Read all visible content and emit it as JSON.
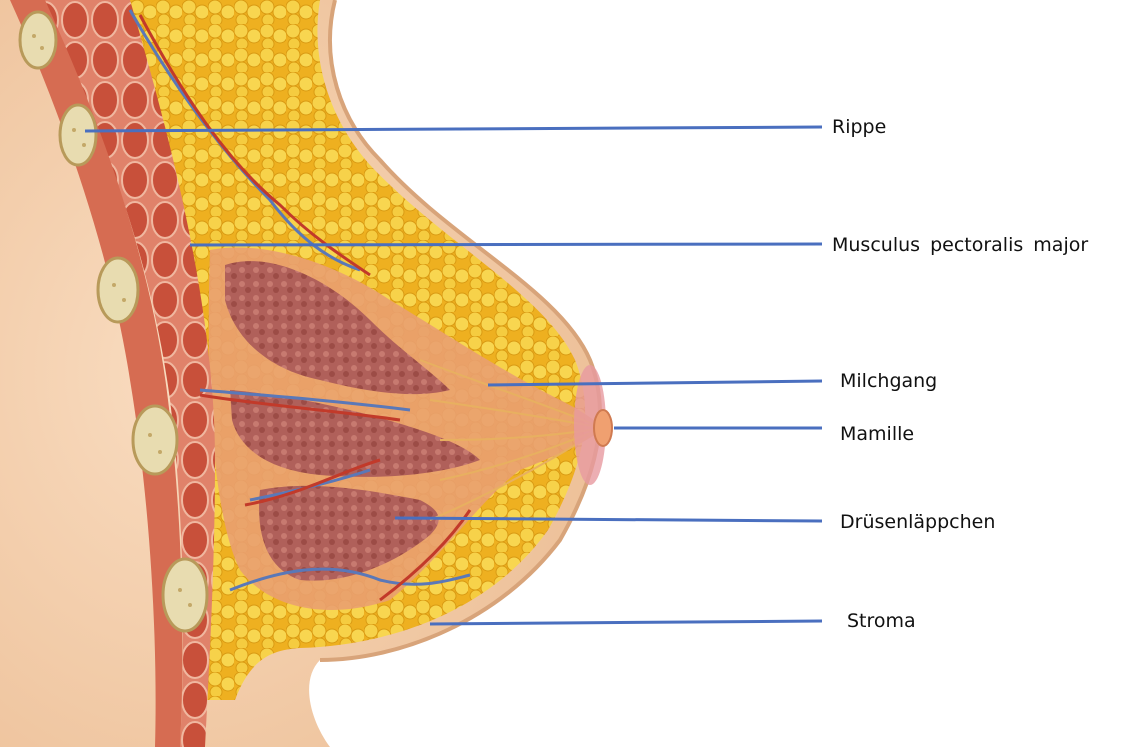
{
  "labels": {
    "rippe": "Rippe",
    "musculus": "Musculus  pectoralis major",
    "milchgang": "Milchgang",
    "mamille": "Mamille",
    "druesen": "Drüsenläppchen",
    "stroma": "Stroma"
  },
  "colors": {
    "leader_line": "#4a6fbf",
    "skin": "#f3c9a0",
    "muscle": "#c8503a",
    "fat": "#f2c230",
    "gland": "#a9584f",
    "rib": "#e8dcb0",
    "vein": "#5a78b8",
    "artery": "#c23a2a"
  }
}
